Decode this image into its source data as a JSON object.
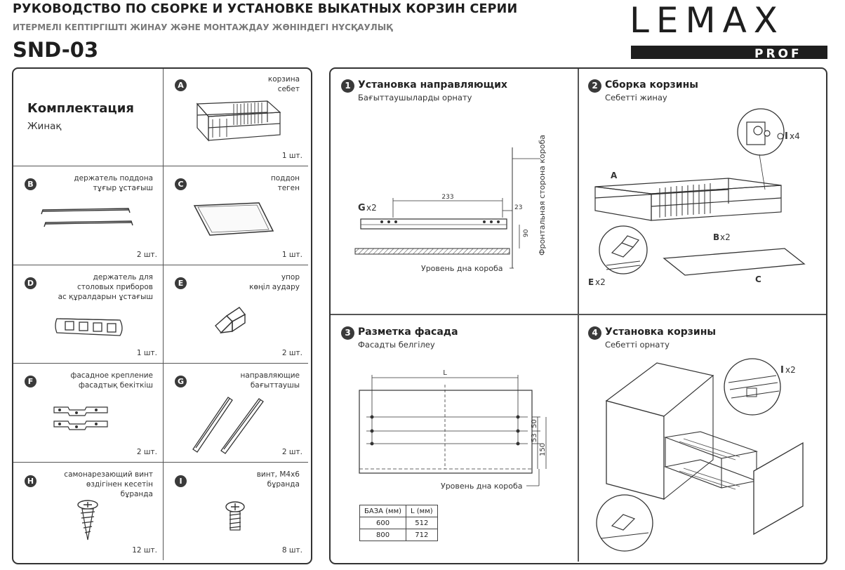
{
  "header": {
    "title_ru": "РУКОВОДСТВО ПО СБОРКЕ И УСТАНОВКЕ ВЫКАТНЫХ КОРЗИН СЕРИИ",
    "title_kz": "ИТЕРМЕЛІ КЕПТІРГІШТІ ЖИНАУ ЖӘНЕ МОНТАЖДАУ ЖӨНІНДЕГІ НҰСҚАУЛЫҚ",
    "model": "SND-03"
  },
  "logo": {
    "word": "LEMAX",
    "sub": "PROF"
  },
  "kit": {
    "title": "Комплектация",
    "subtitle": "Жинақ",
    "items": [
      {
        "letter": "A",
        "ru": "корзина",
        "kz": "себет",
        "extra": "",
        "qty": "1 шт."
      },
      {
        "letter": "B",
        "ru": "держатель поддона",
        "kz": "тұғыр ұстағыш",
        "extra": "",
        "qty": "2 шт."
      },
      {
        "letter": "C",
        "ru": "поддон",
        "kz": "теген",
        "extra": "",
        "qty": "1 шт."
      },
      {
        "letter": "D",
        "ru": "держатель для",
        "kz": "столовых приборов",
        "extra": "ас құралдарын ұстағыш",
        "qty": "1 шт."
      },
      {
        "letter": "E",
        "ru": "упор",
        "kz": "көңіл аудару",
        "extra": "",
        "qty": "2 шт."
      },
      {
        "letter": "F",
        "ru": "фасадное крепление",
        "kz": "фасадтық бекіткіш",
        "extra": "",
        "qty": "2 шт."
      },
      {
        "letter": "G",
        "ru": "направляющие",
        "kz": "бағыттаушы",
        "extra": "",
        "qty": "2 шт."
      },
      {
        "letter": "H",
        "ru": "самонарезающий винт",
        "kz": "өздігінен кесетін",
        "extra": "бұранда",
        "qty": "12 шт."
      },
      {
        "letter": "I",
        "ru": "винт, М4х6",
        "kz": "бұранда",
        "extra": "",
        "qty": "8 шт."
      }
    ]
  },
  "steps": [
    {
      "num": "1",
      "title": "Установка направляющих",
      "sub": "Бағыттаушыларды орнату"
    },
    {
      "num": "2",
      "title": "Сборка корзины",
      "sub": "Себетті жинау"
    },
    {
      "num": "3",
      "title": "Разметка фасада",
      "sub": "Фасадты белгілеу"
    },
    {
      "num": "4",
      "title": "Установка корзины",
      "sub": "Себетті орнату"
    }
  ],
  "step1": {
    "g_label": "G",
    "g_count": "x2",
    "dim_233": "233",
    "dim_23": "23",
    "dim_90": "90",
    "front_label": "Фронтальная сторона короба",
    "floor_label": "Уровень дна короба"
  },
  "step2": {
    "a": "A",
    "b": "B",
    "b_count": "x2",
    "c": "C",
    "e": "E",
    "e_count": "x2",
    "i": "I",
    "i_count": "x4"
  },
  "step3": {
    "l": "L",
    "d50": "50",
    "d53": "53",
    "d150": "150",
    "floor_label": "Уровень дна короба",
    "table_headers": [
      "БАЗА (мм)",
      "L (мм)"
    ],
    "table_rows": [
      [
        "600",
        "512"
      ],
      [
        "800",
        "712"
      ]
    ]
  },
  "step4": {
    "i": "I",
    "i_count": "x2"
  }
}
